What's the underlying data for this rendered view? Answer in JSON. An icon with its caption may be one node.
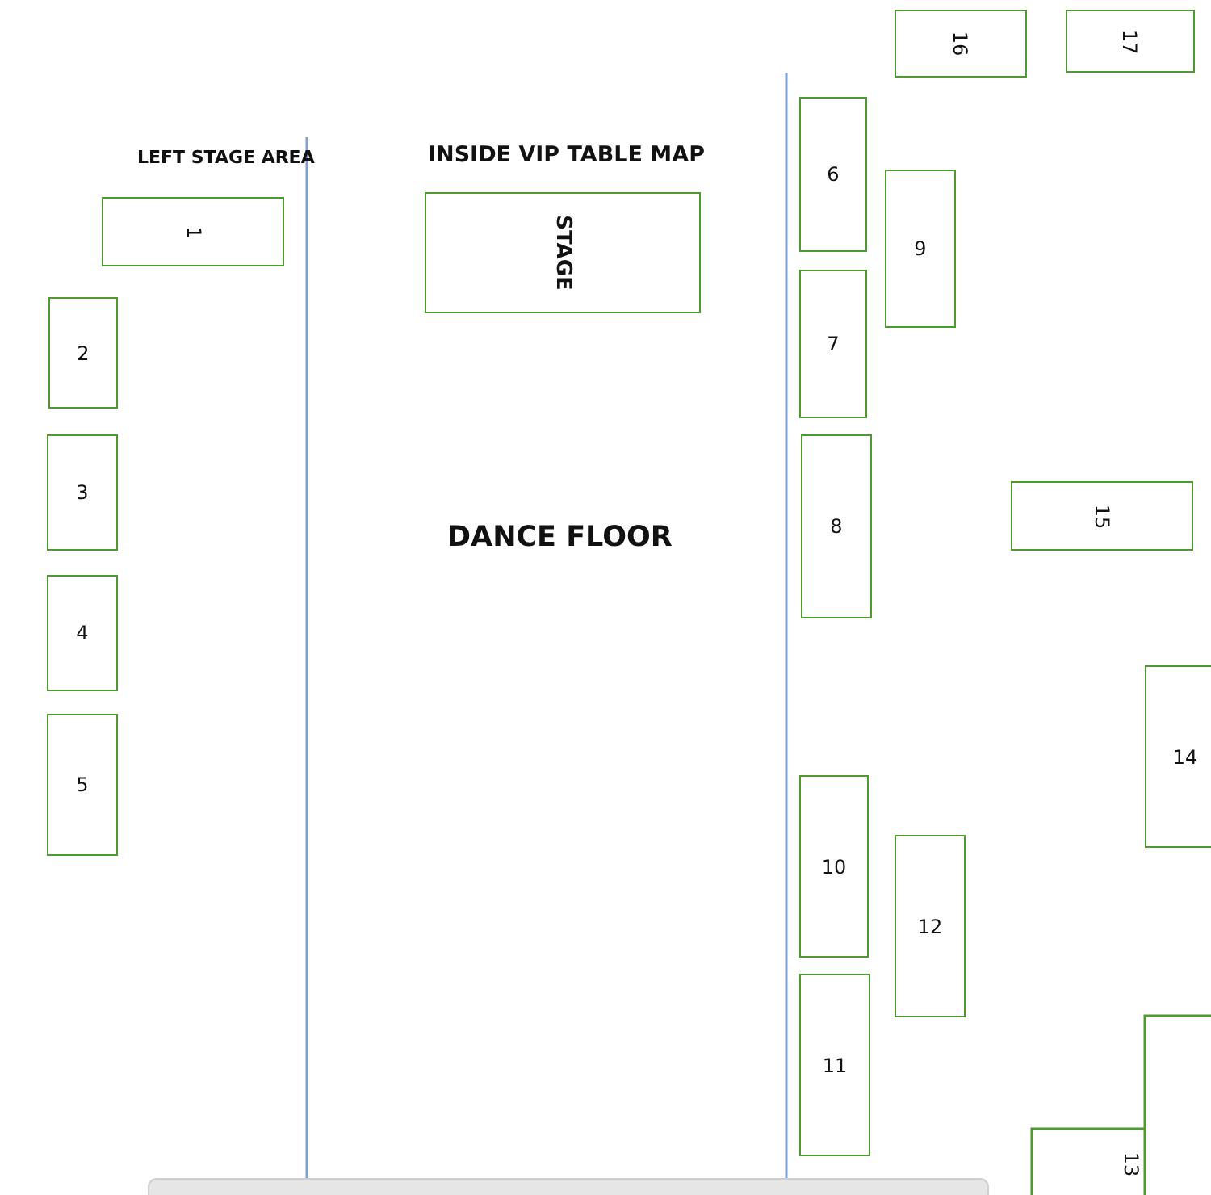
{
  "diagram": {
    "title": "INSIDE VIP TABLE MAP",
    "nodes": [
      {
        "text": [
          "STAGE"
        ]
      },
      {
        "text": [
          "1"
        ]
      },
      {
        "text": [
          "2"
        ]
      },
      {
        "text": [
          "3"
        ]
      },
      {
        "text": [
          "4"
        ]
      },
      {
        "text": [
          "5"
        ]
      },
      {
        "text": [
          "6"
        ]
      },
      {
        "text": [
          "7"
        ]
      },
      {
        "text": [
          "8"
        ]
      },
      {
        "text": [
          "9"
        ]
      },
      {
        "text": [
          "10"
        ]
      },
      {
        "text": [
          "11"
        ]
      },
      {
        "text": [
          "12"
        ]
      },
      {
        "text": [
          "13"
        ]
      },
      {
        "text": [
          "14"
        ]
      },
      {
        "text": [
          "15"
        ]
      },
      {
        "text": [
          "16"
        ]
      },
      {
        "text": [
          "17"
        ]
      }
    ],
    "edges": [],
    "labels": [
      "LEFT STAGE AREA",
      "DANCE FLOOR"
    ]
  }
}
